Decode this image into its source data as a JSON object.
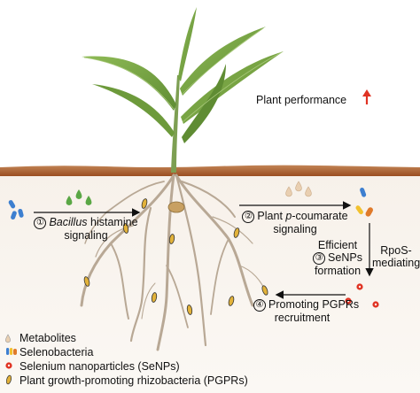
{
  "diagram": {
    "plant_performance": "Plant performance",
    "steps": [
      {
        "number": "①",
        "italic": "Bacillus",
        "rest": " histamine",
        "line2": "signaling"
      },
      {
        "number": "②",
        "pre": "Plant ",
        "italic": "p",
        "rest": "-coumarate",
        "line2": "signaling"
      },
      {
        "number": "③",
        "line1": "Efficient",
        "line2": "SeNPs",
        "line3": "formation"
      },
      {
        "number": "④",
        "line1": "Promoting PGPRs",
        "line2": "recruitment"
      }
    ],
    "rpos": {
      "line1": "RpoS-",
      "line2": "mediating"
    },
    "legend": [
      {
        "icon": "metabolite-drop-icon",
        "label": "Metabolites"
      },
      {
        "icon": "selenobacteria-icon",
        "label": "Selenobacteria"
      },
      {
        "icon": "senp-particle-icon",
        "label": "Selenium nanoparticles (SeNPs)"
      },
      {
        "icon": "pgpr-bacterium-icon",
        "label": "Plant growth-promoting rhizobacteria (PGPRs)"
      }
    ],
    "colors": {
      "soil": "#a0522d",
      "leaf": "#6e9a3c",
      "root": "#b8a895",
      "up_arrow": "#e03323",
      "senp": "#e03323",
      "pgpr": "#e2b23a",
      "selenobacteria_blue": "#3d7fd0",
      "selenobacteria_yellow": "#f2c12e",
      "metabolite_green": "#5aa745"
    }
  }
}
